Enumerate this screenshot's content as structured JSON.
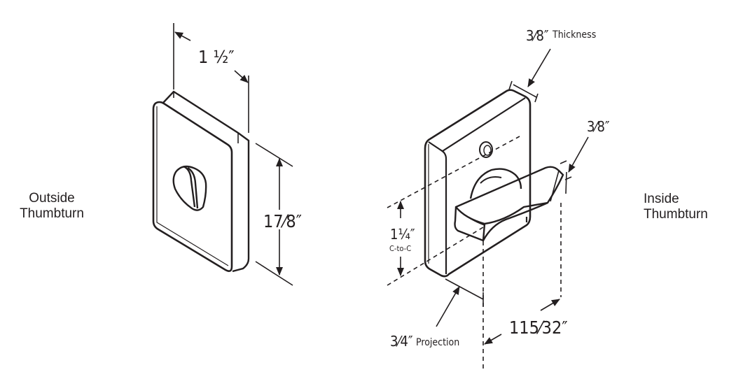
{
  "labels": {
    "outside_line1": "Outside",
    "outside_line2": "Thumbturn",
    "inside_line1": "Inside",
    "inside_line2": "Thumbturn"
  },
  "dimensions": {
    "outside_width": "1 ½″",
    "outside_height": "17⁄8″",
    "thickness_value": "3⁄8″",
    "thickness_label": "Thickness",
    "thumb_height": "3⁄8″",
    "cc_value": "1¼″",
    "cc_label": "C-to-C",
    "projection_value": "3⁄4″",
    "projection_label": "Projection",
    "overall_projection": "115⁄32″"
  },
  "colors": {
    "ink": "#231f20",
    "background": "#ffffff"
  }
}
